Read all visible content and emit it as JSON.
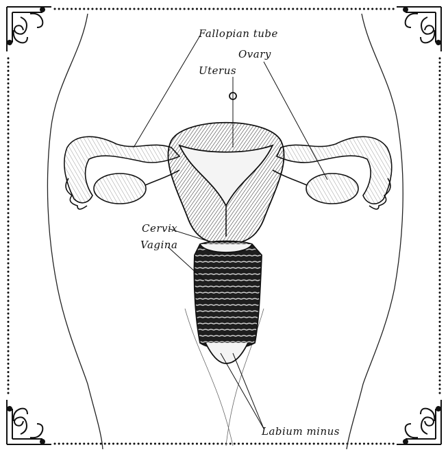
{
  "labels": {
    "fallopian_tube": "Fallopian tube",
    "ovary": "Ovary",
    "uterus": "Uterus",
    "cervix": "Cervix",
    "vagina": "Vagina",
    "labium_minus": "Labium minus"
  },
  "colors": {
    "ink": "#111111",
    "paper": "#ffffff",
    "shade": "#2a2a2a"
  },
  "ornaments": [
    "corner-flourish-top-left",
    "corner-flourish-top-right",
    "corner-flourish-bottom-left",
    "corner-flourish-bottom-right"
  ]
}
